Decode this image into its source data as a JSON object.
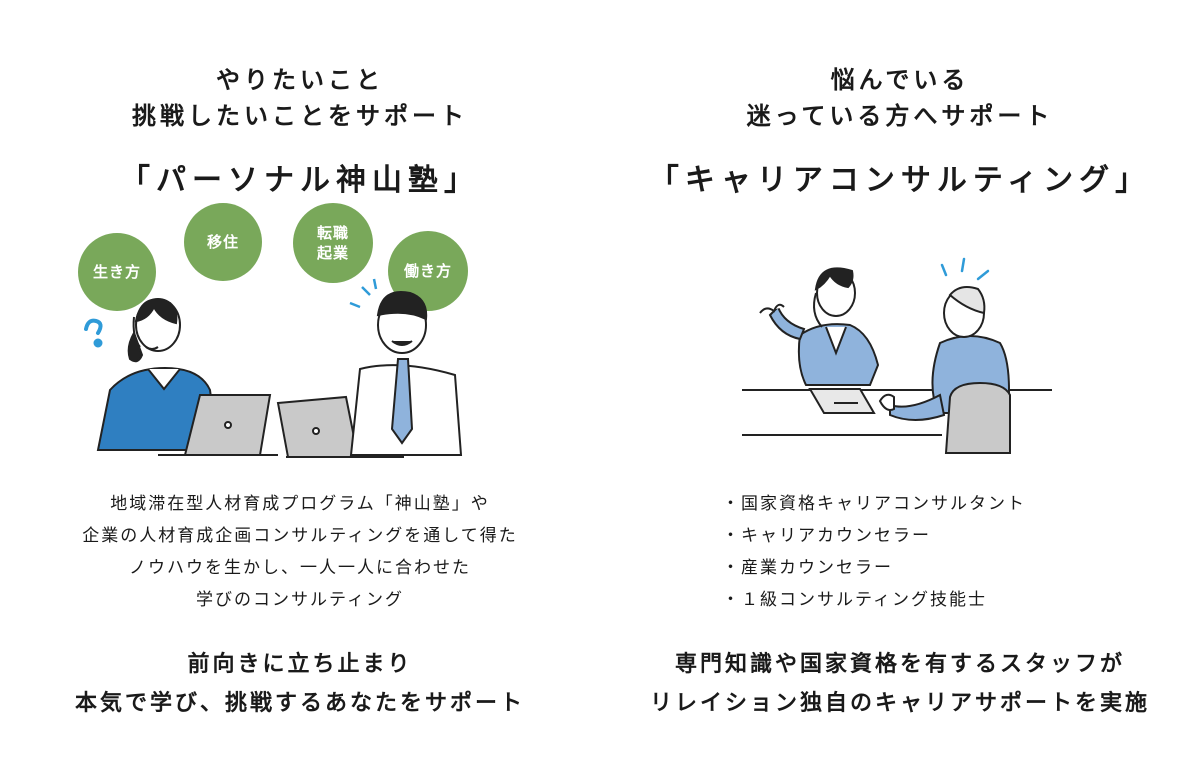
{
  "left": {
    "heading_line1": "やりたいこと",
    "heading_line2": "挑戦したいことをサポート",
    "title": "「パーソナル神山塾」",
    "bubbles": [
      "生き方",
      "移住",
      "転職",
      "起業",
      "働き方"
    ],
    "description": [
      "地域滞在型人材育成プログラム「神山塾」や",
      "企業の人材育成企画コンサルティングを通して得た",
      "ノウハウを生かし、一人一人に合わせた",
      "学びのコンサルティング"
    ],
    "closing_line1": "前向きに立ち止まり",
    "closing_line2": "本気で学び、挑戦するあなたをサポート"
  },
  "right": {
    "heading_line1": "悩んでいる",
    "heading_line2": "迷っている方へサポート",
    "title": "「キャリアコンサルティング」",
    "qualifications": [
      "・国家資格キャリアコンサルタント",
      "・キャリアカウンセラー",
      "・産業カウンセラー",
      "・１級コンサルティング技能士"
    ],
    "closing_line1": "専門知識や国家資格を有するスタッフが",
    "closing_line2": "リレイション独自のキャリアサポートを実施"
  },
  "colors": {
    "bubble_green": "#79a85a",
    "shirt_blue": "#2f7fc1",
    "accent_blue": "#8fb3dc",
    "laptop_gray": "#c9c9c9"
  }
}
